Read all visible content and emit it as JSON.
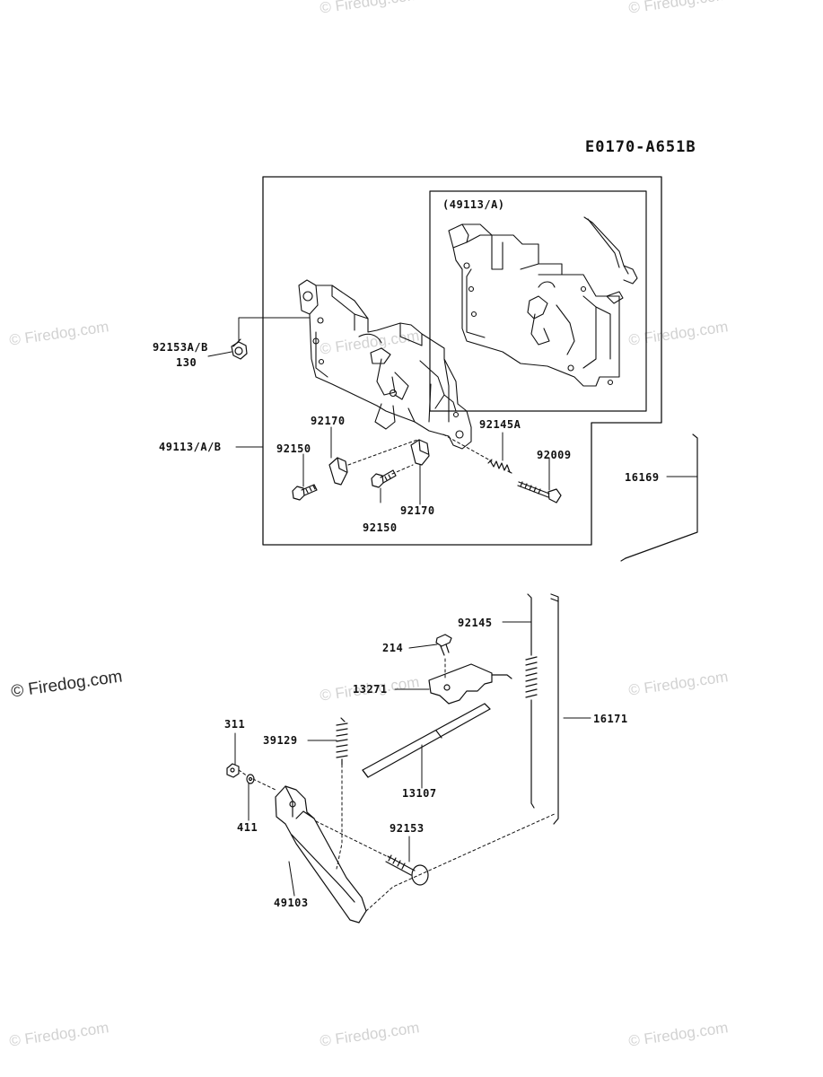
{
  "diagram_code": "E0170-A651B",
  "watermark": "© Firedog.com",
  "inset_label": "(49113/A)",
  "callouts": {
    "c92153ab": "92153A/B",
    "c130": "130",
    "c49113ab": "49113/A/B",
    "c92170a": "92170",
    "c92150a": "92150",
    "c92150b": "92150",
    "c92170b": "92170",
    "c92145a": "92145A",
    "c92009": "92009",
    "c16169": "16169",
    "c92145": "92145",
    "c214": "214",
    "c13271": "13271",
    "c16171": "16171",
    "c311": "311",
    "c39129": "39129",
    "c13107": "13107",
    "c411": "411",
    "c92153": "92153",
    "c49103": "49103"
  }
}
